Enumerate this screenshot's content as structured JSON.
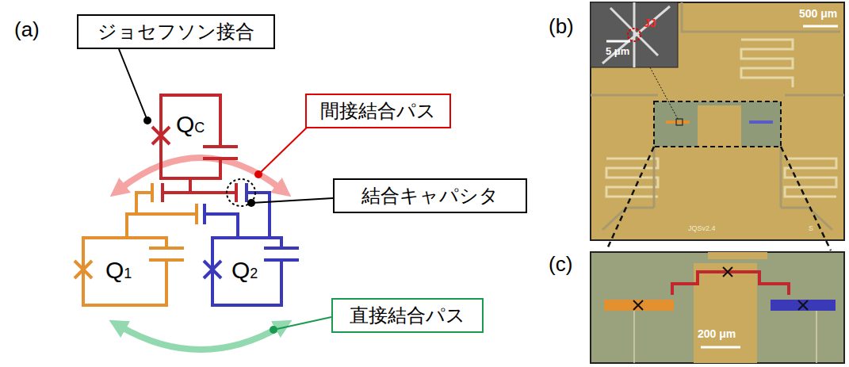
{
  "diagram": {
    "nodes": [
      {
        "text": [
          "ジョセフソン接合"
        ]
      },
      {
        "text": [
          "間接結合パス"
        ]
      },
      {
        "text": [
          "結合キャパシタ"
        ]
      },
      {
        "text": [
          "直接結合パス"
        ]
      }
    ],
    "labels": [
      "(a)",
      "QC",
      "Q1",
      "Q2",
      "(b)",
      "JJ",
      "5 μm",
      "500 μm",
      "JQSv2.4",
      "S",
      "(c)",
      "200 μm"
    ]
  }
}
